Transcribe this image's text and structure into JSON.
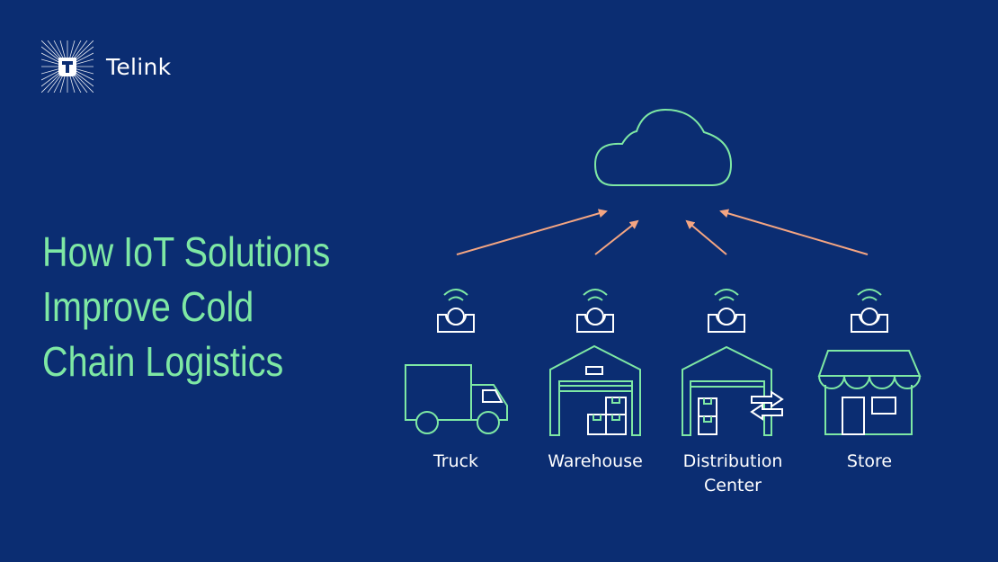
{
  "brand": {
    "name": "Telink",
    "icon": "telink-logo-icon"
  },
  "title": {
    "lines": [
      "How IoT Solutions",
      "Improve Cold",
      "Chain Logistics"
    ],
    "color": "#7ee8a4"
  },
  "diagram": {
    "cloud": {
      "icon": "cloud-icon"
    },
    "arrow_color": "#f4a582",
    "line_color": "#7ee8a4",
    "nodes": [
      {
        "label": "Truck",
        "icon": "truck-icon",
        "sensor": "sensor-icon"
      },
      {
        "label": "Warehouse",
        "icon": "warehouse-icon",
        "sensor": "sensor-icon"
      },
      {
        "label_line1": "Distribution",
        "label_line2": "Center",
        "icon": "distribution-center-icon",
        "sensor": "sensor-icon"
      },
      {
        "label": "Store",
        "icon": "store-icon",
        "sensor": "sensor-icon"
      }
    ]
  },
  "colors": {
    "background": "#0b2d72",
    "accent": "#7ee8a4",
    "arrow": "#f4a582",
    "white": "#ffffff"
  }
}
